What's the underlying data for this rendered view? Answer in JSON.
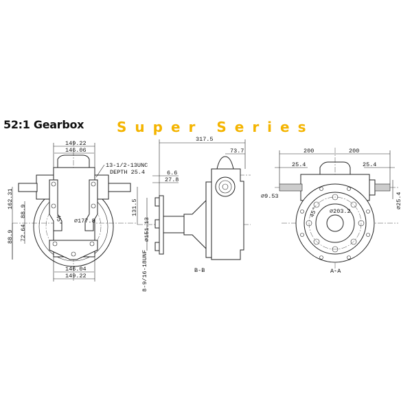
{
  "title": "52:1 Gearbox",
  "series": "Super Series",
  "colors": {
    "series": "#f4b400",
    "lines": "#222222"
  },
  "front_view": {
    "dim_top_outer": "149.22",
    "dim_top_inner": "146.06",
    "dim_bottom_inner": "146.04",
    "dim_bottom_outer": "149.22",
    "thread_note_1": "13-1/2-13UNC",
    "thread_note_2": "DEPTH 25.4",
    "dim_height": "162.31",
    "dim_upper": "88.9",
    "dim_lower": "88.9",
    "dim_offset": "72.64",
    "angle": "45°",
    "bore_dia": "∅177.8"
  },
  "side_view": {
    "label": "B-B",
    "dim_length": "317.5",
    "dim_top": "73.7",
    "dim_flange_a": "6.6",
    "dim_flange_b": "27.8",
    "dim_height": "131.5",
    "dim_flange_dia": "∅151.13",
    "thread": "8-9/16-18UNF"
  },
  "section_view": {
    "label": "A-A",
    "dim_left": "200",
    "dim_right": "200",
    "dim_key_left": "25.4",
    "dim_key_right": "25.4",
    "shaft_dia": "∅9.53",
    "shaft_dia_right": "∅25.4",
    "pcd": "∅203.2",
    "angle": "45°"
  }
}
